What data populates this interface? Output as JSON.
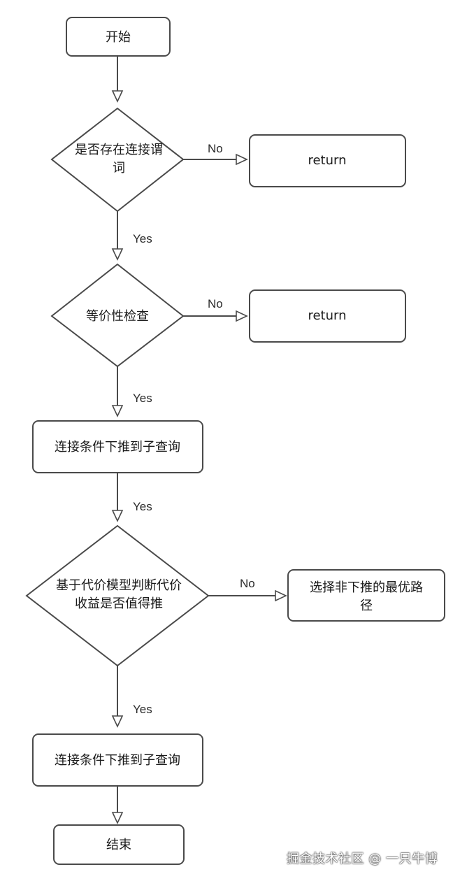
{
  "nodes": {
    "start": "开始",
    "decision1_line1": "是否存在连接谓",
    "decision1_line2": "词",
    "return1": "return",
    "decision2": "等价性检查",
    "return2": "return",
    "process1": "连接条件下推到子查询",
    "decision3_line1": "基于代价模型判断代价",
    "decision3_line2": "收益是否值得推",
    "alt_line1": "选择非下推的最优路",
    "alt_line2": "径",
    "process2": "连接条件下推到子查询",
    "end": "结束"
  },
  "edges": {
    "d1_no": "No",
    "d1_yes": "Yes",
    "d2_no": "No",
    "d2_yes": "Yes",
    "p1_yes": "Yes",
    "d3_no": "No",
    "d3_yes": "Yes"
  },
  "watermark": "掘金技术社区 @ 一只牛博",
  "colors": {
    "stroke": "#4a4a4a",
    "background": "#ffffff"
  }
}
